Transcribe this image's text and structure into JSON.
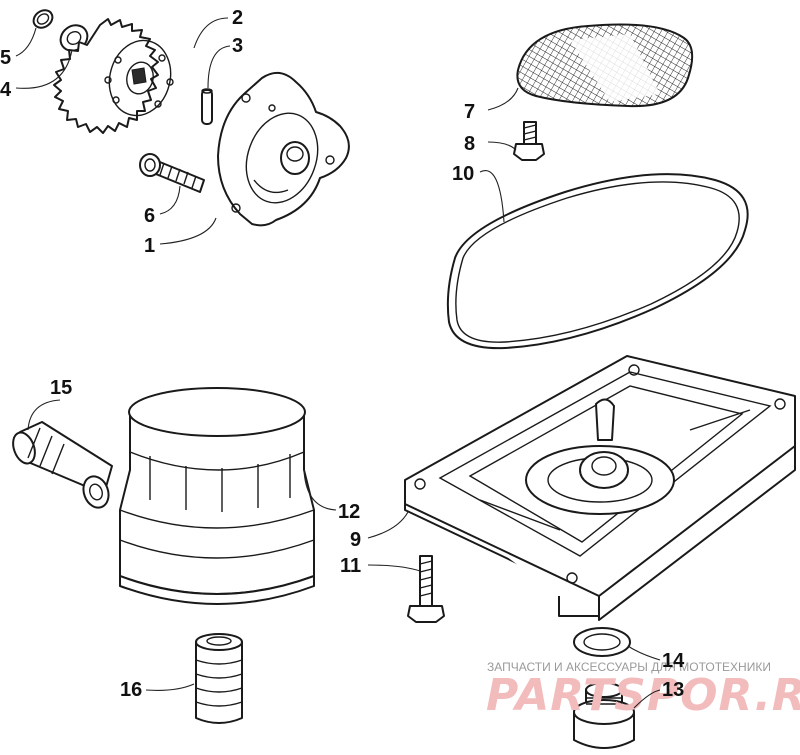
{
  "callouts": [
    "1",
    "2",
    "3",
    "4",
    "5",
    "6",
    "7",
    "8",
    "9",
    "10",
    "11",
    "12",
    "13",
    "14",
    "15",
    "16"
  ],
  "watermark": {
    "tagline": "ЗАПЧАСТИ И АКСЕССУАРЫ ДЛЯ МОТОТЕХНИКИ",
    "brand": "PARTSPOR.RU",
    "color": "#f3bcbc"
  }
}
